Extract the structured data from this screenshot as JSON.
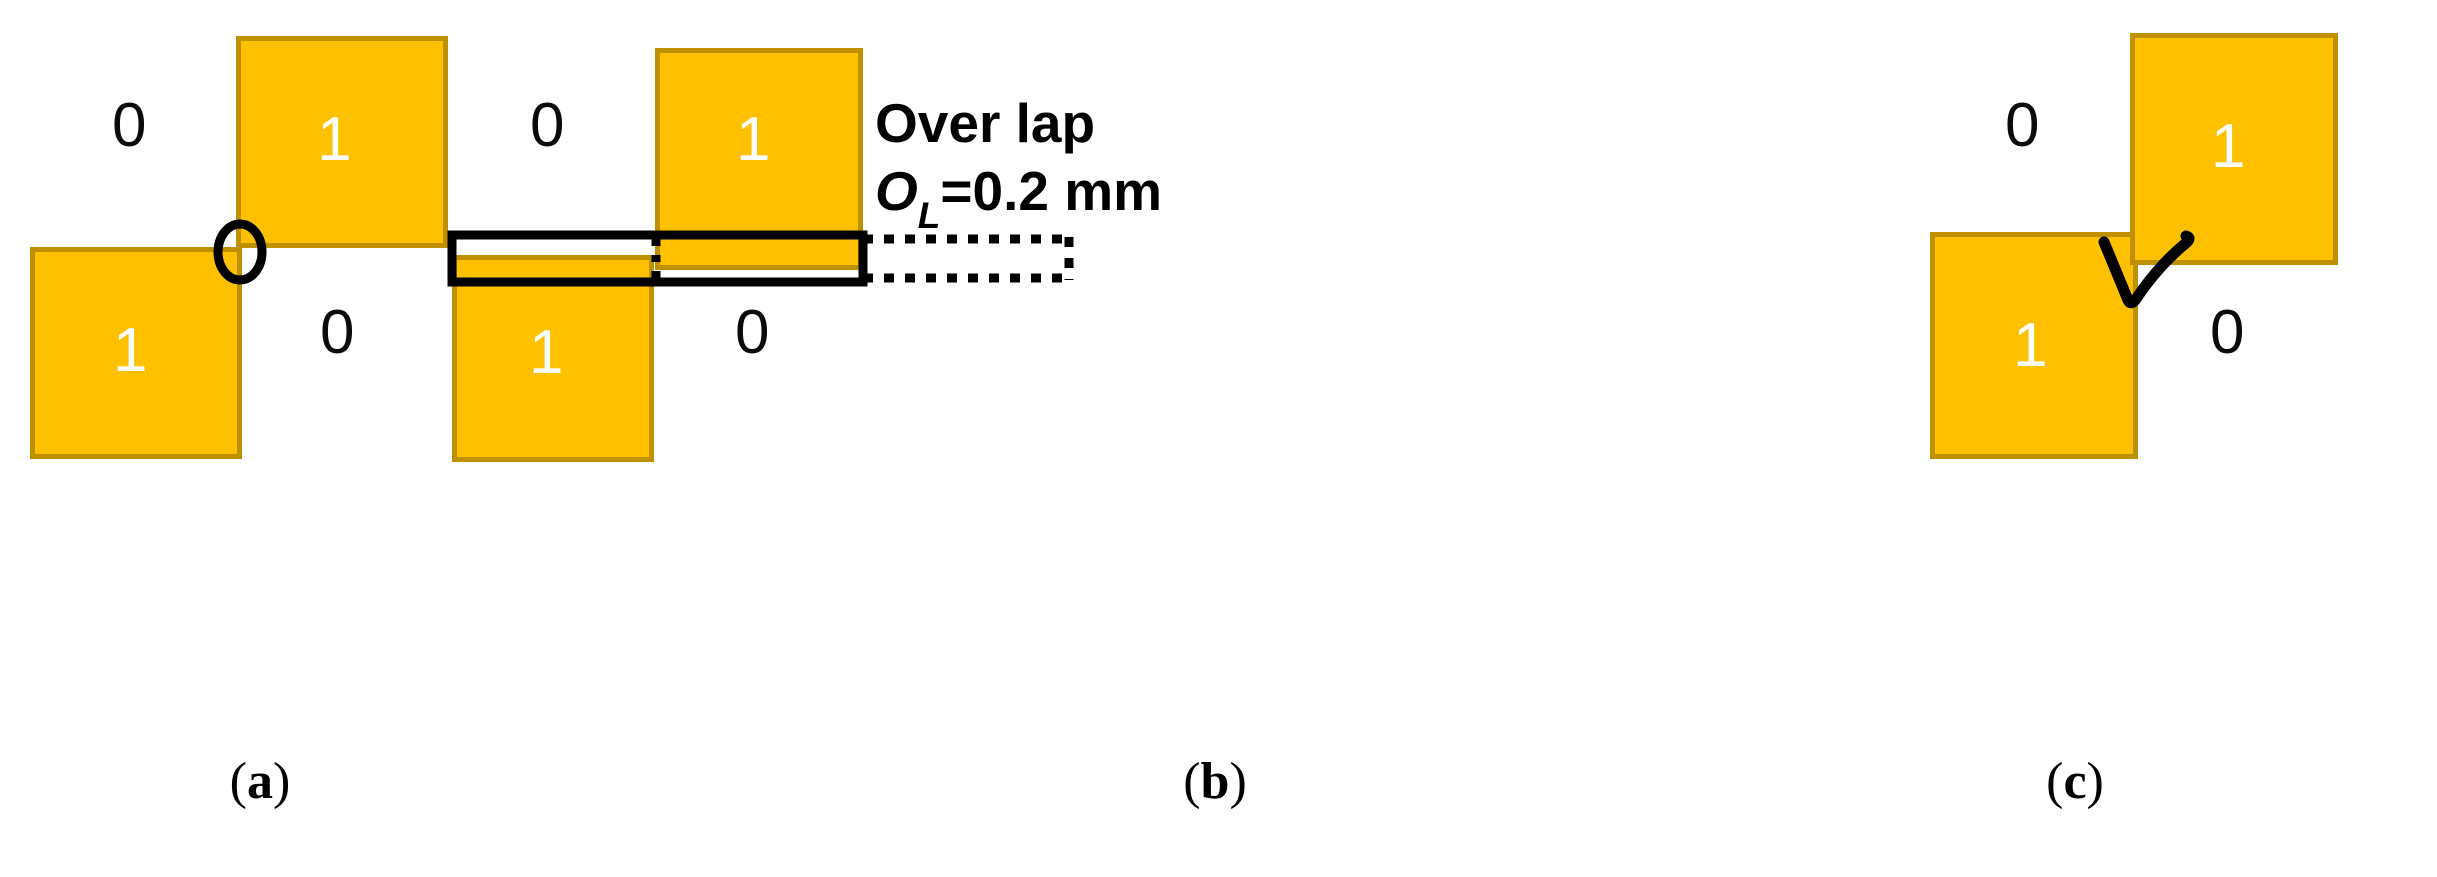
{
  "figure": {
    "title_visible": false,
    "background": "#ffffff",
    "square_fill": "#FFC000",
    "square_border": "#BF9000",
    "mark_color": "#000000",
    "square_label_color": "#ffffff",
    "free_label_color": "#0b0b0b"
  },
  "panels": [
    {
      "id": "a",
      "caption": "(a)",
      "caption_open": "(",
      "caption_letter": "a",
      "caption_close": ")",
      "marker": "circle",
      "marker_name": "corner-touch-circle",
      "labels": {
        "top_left_void": "0",
        "top_right_square": "1",
        "bottom_left_square": "1",
        "bottom_right_void": "0"
      }
    },
    {
      "id": "b",
      "caption": "(b)",
      "caption_open": "(",
      "caption_letter": "b",
      "caption_close": ")",
      "marker": "overlap-bracket",
      "marker_name": "overlap-bracket",
      "labels": {
        "top_left_void": "0",
        "top_right_square": "1",
        "bottom_left_square": "1",
        "bottom_right_void": "0"
      },
      "annotation": {
        "line1": "Over lap",
        "symbol": "O",
        "symbol_subscript": "L",
        "equals": "=",
        "value": "0.2",
        "unit": "mm",
        "line2_plain": "OL=0.2 mm"
      }
    },
    {
      "id": "c",
      "caption": "(c)",
      "caption_open": "(",
      "caption_letter": "c",
      "caption_close": ")",
      "marker": "checkmark",
      "marker_name": "check-mark",
      "labels": {
        "top_left_void": "0",
        "top_right_square": "1",
        "bottom_left_square": "1",
        "bottom_right_void": "0"
      }
    }
  ]
}
